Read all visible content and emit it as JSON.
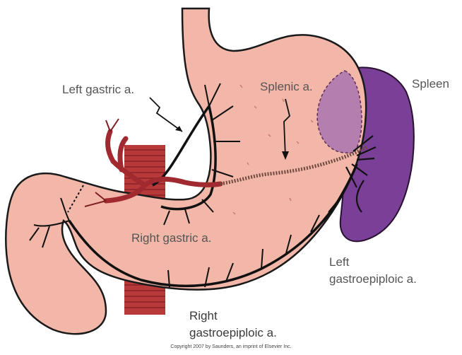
{
  "labels": {
    "left_gastric": "Left gastric a.",
    "splenic": "Splenic a.",
    "spleen": "Spleen",
    "right_gastric": "Right gastric a.",
    "left_gastroepiploic_1": "Left",
    "left_gastroepiploic_2": "gastroepiploic a.",
    "right_gastroepiploic_1": "Right",
    "right_gastroepiploic_2": "gastroepiploic a."
  },
  "copyright": "Copyright 2007 by Saunders, an imprint of Elsevier Inc.",
  "colors": {
    "stomach": "#F2B7A8",
    "spleen": "#7B3F96",
    "spleen_overlap": "#B47FAF",
    "aorta": "#B83A3A",
    "vessel": "#111111",
    "splenic_artery": "#8A5A4A"
  }
}
